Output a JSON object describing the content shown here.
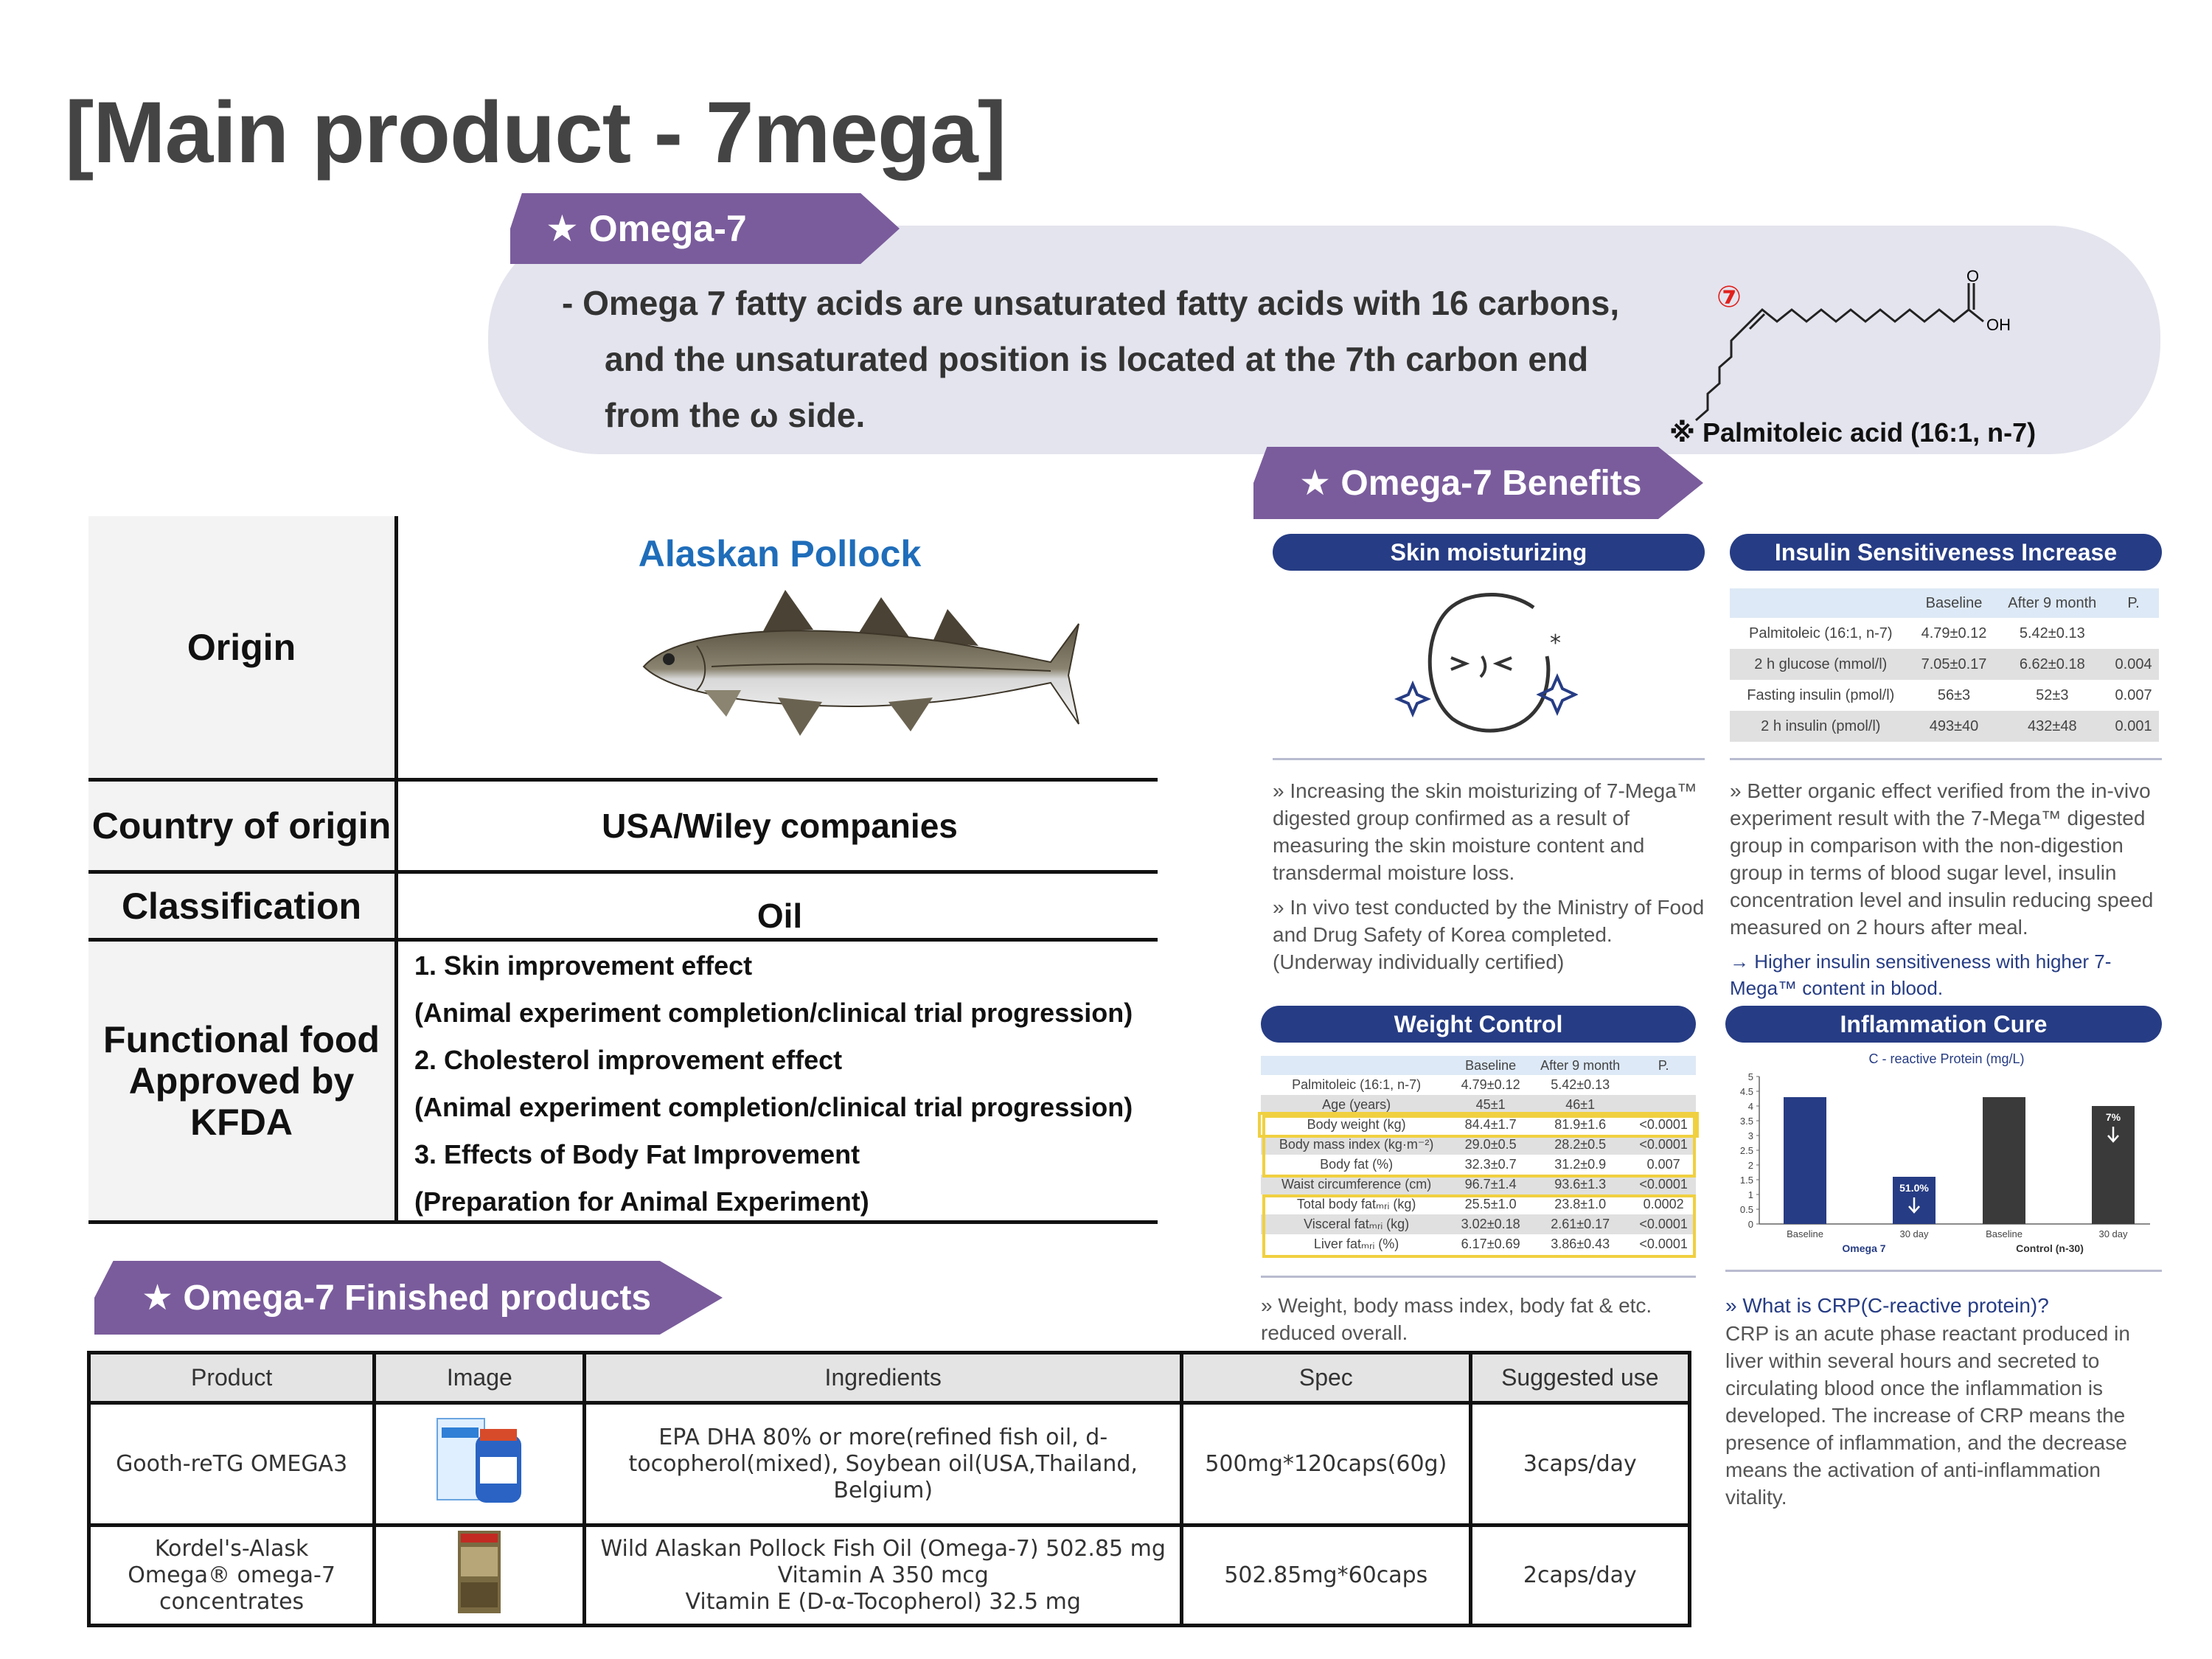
{
  "title": "[Main product - 7mega]",
  "omega7": {
    "banner": "★ Omega-7",
    "lines": [
      "-   Omega 7 fatty acids are unsaturated fatty acids with 16 carbons,",
      "and the unsaturated position is located at the 7th carbon end",
      "from the ω side."
    ],
    "marker": "⑦",
    "structure_o": "O",
    "structure_oh": "OH",
    "structure_note": "※ Palmitoleic acid (16:1, n-7)"
  },
  "info_table": {
    "origin_label": "Origin",
    "origin_value": "Alaskan Pollock",
    "country_label": "Country of origin",
    "country_value": "USA/Wiley companies",
    "class_label": "Classification",
    "class_value": "Oil",
    "functional_label": "Functional food Approved by KFDA",
    "functional_items": [
      "1. Skin improvement effect",
      "(Animal experiment completion/clinical trial progression)",
      "2. Cholesterol improvement effect",
      "(Animal experiment completion/clinical trial progression)",
      "3. Effects of Body Fat Improvement",
      "(Preparation for Animal Experiment)"
    ]
  },
  "benefits": {
    "banner": "★ Omega-7 Benefits",
    "skin": {
      "title": "Skin moisturizing",
      "p1": "» Increasing the skin moisturizing of 7-Mega™ digested group confirmed as a result of measuring the skin moisture content and transdermal moisture loss.",
      "p2": "» In vivo test conducted by the Ministry of Food and Drug Safety of Korea completed. (Underway individually certified)"
    },
    "insulin": {
      "title": "Insulin Sensitiveness Increase",
      "headers": [
        "",
        "Baseline",
        "After 9 month",
        "P."
      ],
      "rows": [
        [
          "Palmitoleic (16:1, n-7)",
          "4.79±0.12",
          "5.42±0.13",
          ""
        ],
        [
          "2 h glucose (mmol/l)",
          "7.05±0.17",
          "6.62±0.18",
          "0.004"
        ],
        [
          "Fasting insulin (pmol/l)",
          "56±3",
          "52±3",
          "0.007"
        ],
        [
          "2 h insulin (pmol/l)",
          "493±40",
          "432±48",
          "0.001"
        ]
      ],
      "p1": "» Better organic effect verified from the in-vivo experiment result with the 7-Mega™ digested group in comparison with the non-digestion group in terms of blood sugar level, insulin concentration level and insulin reducing speed measured on 2 hours after meal.",
      "p2": "→ Higher insulin sensitiveness with higher 7-Mega™ content in blood."
    },
    "weight": {
      "title": "Weight Control",
      "headers": [
        "",
        "Baseline",
        "After 9 month",
        "P."
      ],
      "rows": [
        [
          "Palmitoleic (16:1, n-7)",
          "4.79±0.12",
          "5.42±0.13",
          ""
        ],
        [
          "Age (years)",
          "45±1",
          "46±1",
          ""
        ],
        [
          "Body weight (kg)",
          "84.4±1.7",
          "81.9±1.6",
          "<0.0001"
        ],
        [
          "Body mass index (kg·m⁻²)",
          "29.0±0.5",
          "28.2±0.5",
          "<0.0001"
        ],
        [
          "Body fat (%)",
          "32.3±0.7",
          "31.2±0.9",
          "0.007"
        ],
        [
          "Waist circumference (cm)",
          "96.7±1.4",
          "93.6±1.3",
          "<0.0001"
        ],
        [
          "Total body fatₘᵣᵢ (kg)",
          "25.5±1.0",
          "23.8±1.0",
          "0.0002"
        ],
        [
          "Visceral fatₘᵣᵢ (kg)",
          "3.02±0.18",
          "2.61±0.17",
          "<0.0001"
        ],
        [
          "Liver fatₘᵣᵢ (%)",
          "6.17±0.69",
          "3.86±0.43",
          "<0.0001"
        ]
      ],
      "p1": "» Weight, body mass index, body fat & etc. reduced overall."
    },
    "inflammation": {
      "title": "Inflammation Cure",
      "p_title": "» What is CRP(C-reactive protein)?",
      "p1": "CRP is an acute phase reactant produced in liver within several hours and secreted to circulating blood once the inflammation is developed. The increase of CRP means the presence of inflammation, and the decrease means the activation of anti-inflammation vitality."
    }
  },
  "chart_data": {
    "type": "bar",
    "title": "C - reactive Protein (mg/L)",
    "categories": [
      "Baseline",
      "30 day",
      "Baseline",
      "30 day"
    ],
    "groups": [
      "Omega 7",
      "Control (n-30)"
    ],
    "values": [
      4.3,
      1.6,
      4.3,
      4.0
    ],
    "colors": [
      "#263c84",
      "#263c84",
      "#3a3a3a",
      "#3a3a3a"
    ],
    "annotations": [
      "",
      "51.0%",
      "",
      "7%"
    ],
    "ylim": [
      0,
      5
    ],
    "yticks": [
      "0",
      "0.5",
      "1",
      "1.5",
      "2",
      "2.5",
      "3",
      "3.5",
      "4",
      "4.5",
      "5"
    ]
  },
  "finished": {
    "banner": "★ Omega-7 Finished products",
    "headers": [
      "Product",
      "Image",
      "Ingredients",
      "Spec",
      "Suggested use"
    ],
    "rows": [
      {
        "product": "Gooth-reTG OMEGA3",
        "ingredients": "EPA DHA 80% or more(refined fish oil, d-tocopherol(mixed), Soybean oil(USA,Thailand, Belgium)",
        "spec": "500mg*120caps(60g)",
        "use": "3caps/day"
      },
      {
        "product": "Kordel's-Alask Omega® omega-7 concentrates",
        "ingredients": [
          "Wild Alaskan Pollock Fish Oil (Omega-7) 502.85 mg",
          "Vitamin A 350 mcg",
          "Vitamin E (D-α-Tocopherol) 32.5 mg"
        ],
        "spec": "502.85mg*60caps",
        "use": "2caps/day"
      }
    ]
  }
}
